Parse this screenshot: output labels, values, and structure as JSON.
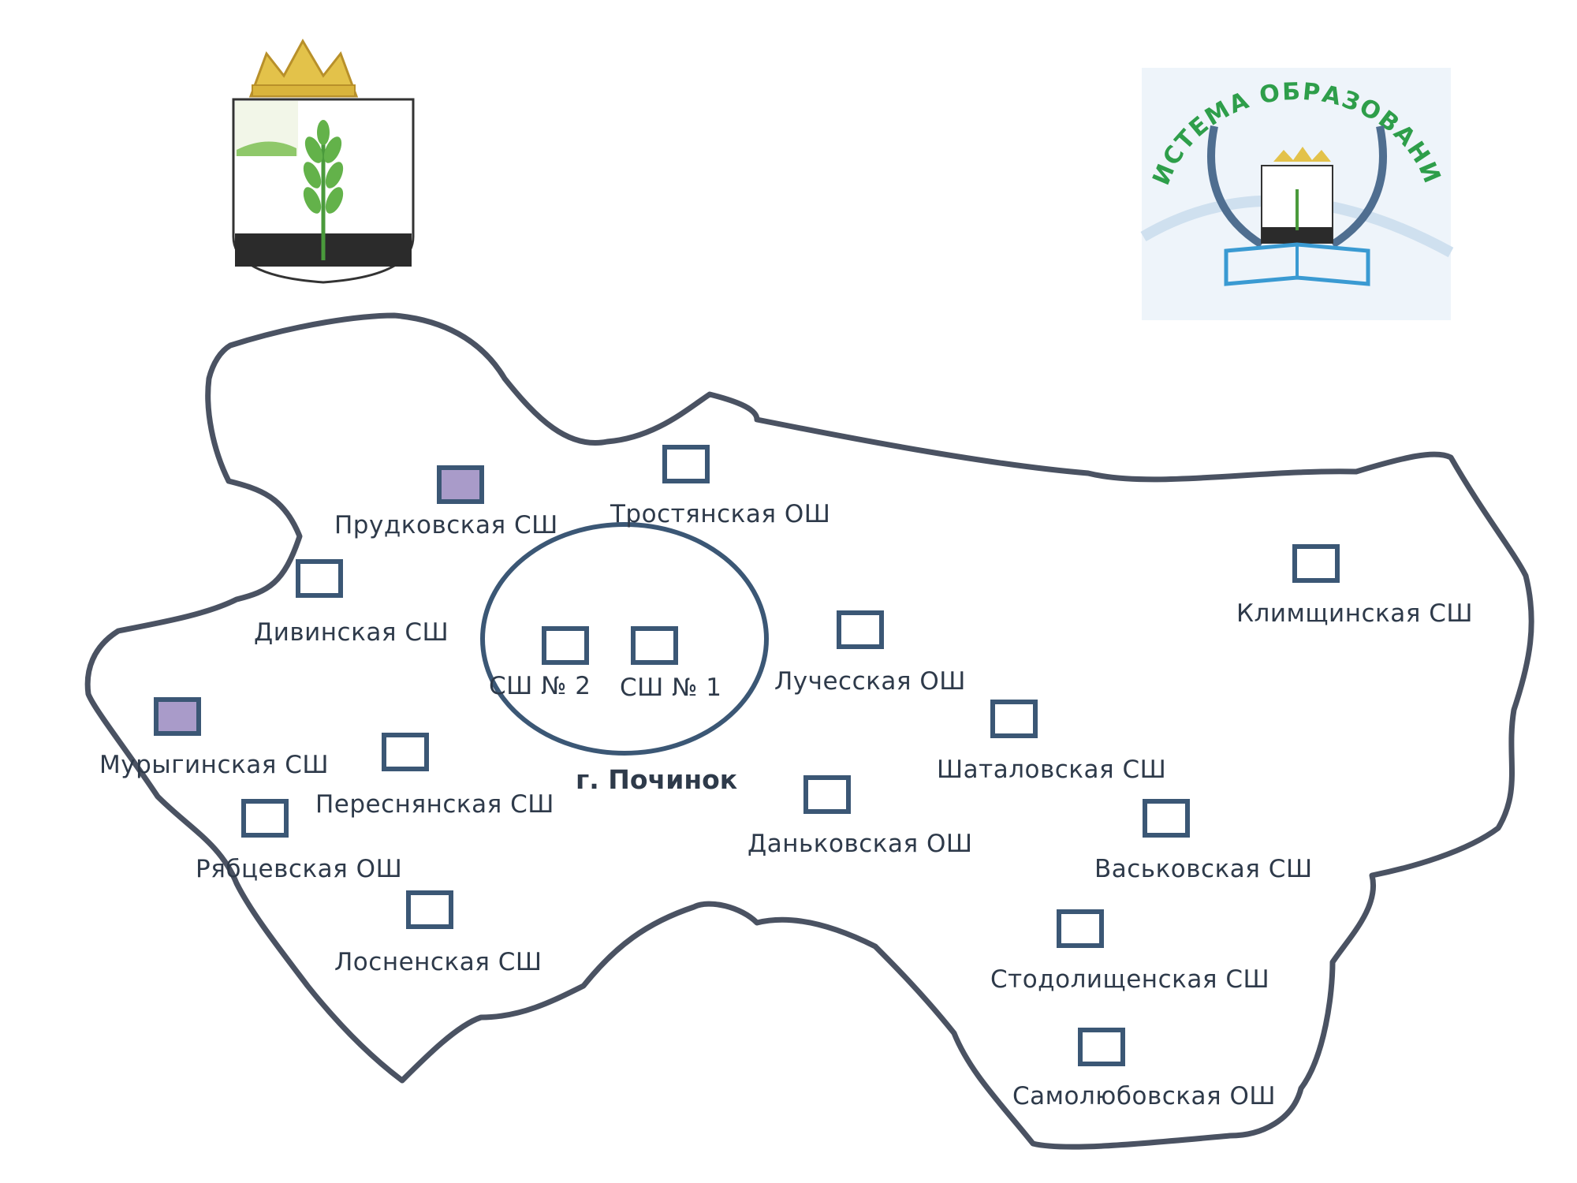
{
  "colors": {
    "border": "#4a5262",
    "marker": "#3b5775",
    "marker_filled": "#a99bc9",
    "label": "#2e3a4a",
    "logo_green": "#2e9e4a",
    "crown": "#e3c24a"
  },
  "coat_of_arms": {
    "icon": "coat-of-arms-crown-wheat-icon"
  },
  "education_logo": {
    "title": "СИСТЕМА ОБРАЗОВАНИЯ",
    "icon": "laurel-wreath-book-icon"
  },
  "city": {
    "label": "г. Починок"
  },
  "schools": {
    "prudkovskaya": {
      "label": "Прудковская   СШ",
      "filled": true
    },
    "trostyanskaya": {
      "label": "Тростянская ОШ",
      "filled": false
    },
    "divinskaya": {
      "label": "Дивинская СШ",
      "filled": false
    },
    "sh2": {
      "label": "СШ  № 2",
      "filled": false
    },
    "sh1": {
      "label": "СШ  № 1",
      "filled": false
    },
    "luchesskaya": {
      "label": "Лучесская ОШ",
      "filled": false
    },
    "klimshchinskaya": {
      "label": "Климщинская СШ",
      "filled": false
    },
    "murыginskaya": {
      "label": "Мурыгинская  СШ",
      "filled": true
    },
    "peresnyanskaya": {
      "label": "Переснянская СШ",
      "filled": false
    },
    "shatalovskaya": {
      "label": "Шаталовская  СШ",
      "filled": false
    },
    "dankovskaya": {
      "label": "Даньковская ОШ",
      "filled": false
    },
    "ryabtsevskaya": {
      "label": "Рябцевская ОШ",
      "filled": false
    },
    "vaskovskaya": {
      "label": "Васьковская СШ",
      "filled": false
    },
    "losnenskaya": {
      "label": "Лосненская СШ",
      "filled": false
    },
    "stodolishchenskaya": {
      "label": "Стодолищенская СШ",
      "filled": false
    },
    "samolyubovskaya": {
      "label": "Самолюбовская ОШ",
      "filled": false
    }
  }
}
